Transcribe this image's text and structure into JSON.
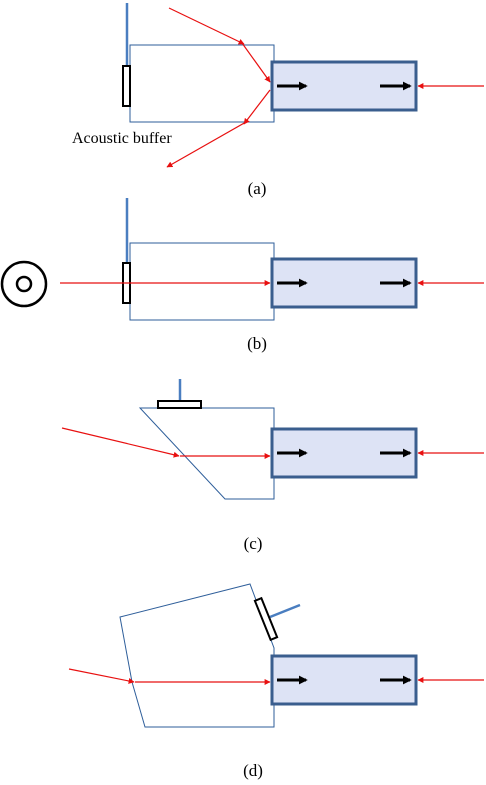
{
  "annotations": {
    "buffer_label": "Acoustic buffer"
  },
  "panels": [
    {
      "id": "a",
      "caption": "(a)"
    },
    {
      "id": "b",
      "caption": "(b)"
    },
    {
      "id": "c",
      "caption": "(c)"
    },
    {
      "id": "d",
      "caption": "(d)"
    }
  ],
  "colors": {
    "buffer_outline": "#2e5e9a",
    "crystal_fill": "#dde3f5",
    "crystal_stroke": "#3a5e8e",
    "beam": "#e81010",
    "acoustic_arrow": "#000000",
    "transducer_wire": "#4a7ec0",
    "transducer_body": "#000000"
  },
  "icons": {
    "source_symbol": "concentric-circles-icon"
  }
}
